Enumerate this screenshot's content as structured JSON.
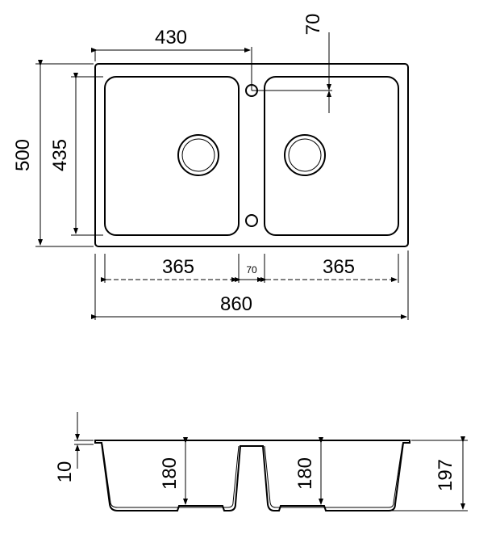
{
  "top_view": {
    "width_label": "430",
    "drain_offset_label": "70",
    "overall_height_label": "500",
    "bowl_height_label": "435",
    "left_bowl_width_label": "365",
    "divider_label": "70",
    "right_bowl_width_label": "365",
    "overall_width_label": "860"
  },
  "side_view": {
    "rim_label": "10",
    "left_depth_label": "180",
    "right_depth_label": "180",
    "total_height_label": "197"
  }
}
